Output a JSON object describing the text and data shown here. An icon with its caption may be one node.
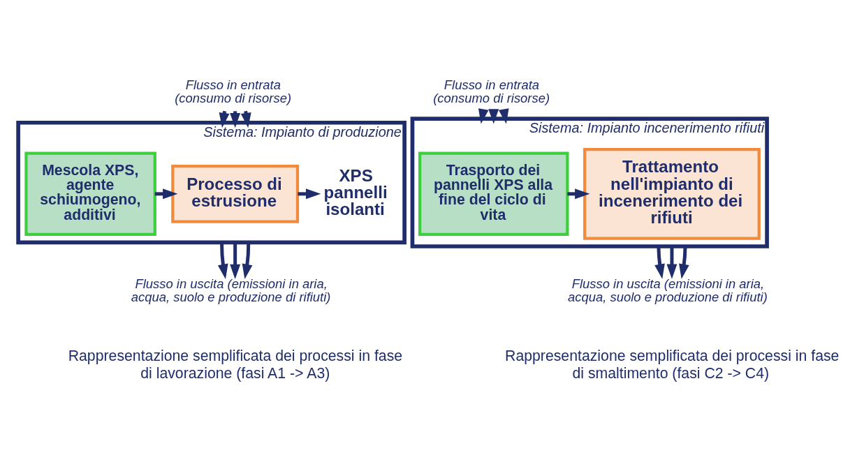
{
  "diagram": {
    "nodes": [
      {
        "text": [
          "Flusso in entrata (consumo di risorse)"
        ]
      },
      {
        "text": [
          "Sistema: Impianto di produzione"
        ]
      },
      {
        "text": [
          "Mescola XPS, agente schiumogeno, additivi"
        ],
        "in": 1
      },
      {
        "text": [
          "Processo di estrusione"
        ],
        "in": 1
      },
      {
        "text": [
          "XPS pannelli isolanti"
        ],
        "in": 1
      },
      {
        "text": [
          "Flusso in uscita (emissioni in aria, acqua, suolo e produzione di rifiuti)"
        ]
      },
      {
        "text": [
          "Flusso in entrata (consumo di risorse)"
        ]
      },
      {
        "text": [
          "Sistema: Impianto incenerimento rifiuti"
        ]
      },
      {
        "text": [
          "Trasporto dei pannelli XPS alla fine del ciclo di vita"
        ],
        "in": 7
      },
      {
        "text": [
          "Trattamento nell'impianto di incenerimento dei rifiuti"
        ],
        "in": 7
      },
      {
        "text": [
          "Flusso in uscita (emissioni in aria, acqua, suolo e produzione di rifiuti)"
        ]
      }
    ],
    "edges": [
      {
        "from": 0,
        "to": 1,
        "arrow": "to"
      },
      {
        "from": 0,
        "to": 1,
        "arrow": "to"
      },
      {
        "from": 0,
        "to": 1,
        "arrow": "to"
      },
      {
        "from": 2,
        "to": 3,
        "arrow": "to"
      },
      {
        "from": 3,
        "to": 4,
        "arrow": "to"
      },
      {
        "from": 1,
        "to": 5,
        "arrow": "to"
      },
      {
        "from": 1,
        "to": 5,
        "arrow": "to"
      },
      {
        "from": 1,
        "to": 5,
        "arrow": "to"
      },
      {
        "from": 6,
        "to": 7,
        "arrow": "to"
      },
      {
        "from": 6,
        "to": 7,
        "arrow": "to"
      },
      {
        "from": 6,
        "to": 7,
        "arrow": "to"
      },
      {
        "from": 8,
        "to": 9,
        "arrow": "to"
      },
      {
        "from": 7,
        "to": 10,
        "arrow": "to"
      },
      {
        "from": 7,
        "to": 10,
        "arrow": "to"
      },
      {
        "from": 7,
        "to": 10,
        "arrow": "to"
      }
    ],
    "labels": [
      "Rappresentazione semplificata dei processi in fase di lavorazione (fasi A1 -> A3)",
      "Rappresentazione semplificata dei processi in fase di smaltimento (fasi C2 -> C4)"
    ]
  }
}
